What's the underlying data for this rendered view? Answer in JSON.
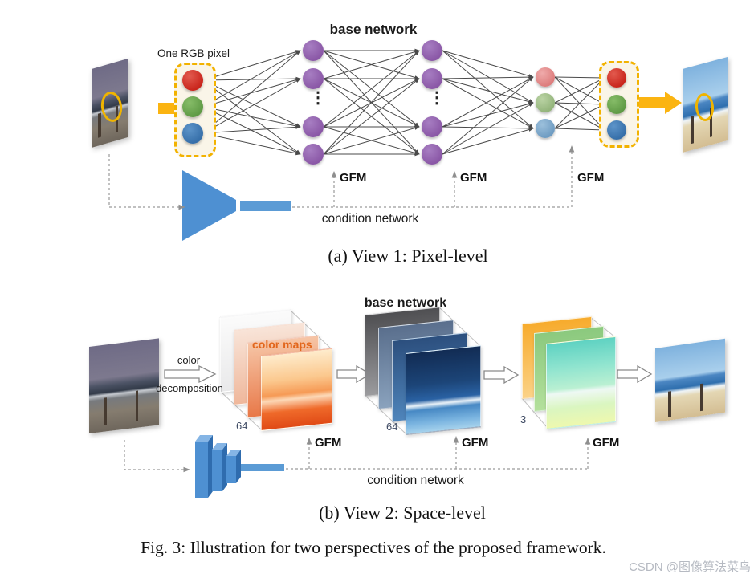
{
  "panel_a": {
    "base_network_label": "base network",
    "input_label": "One RGB pixel",
    "ellipsis": "⋮",
    "gfm": [
      "GFM",
      "GFM",
      "GFM"
    ],
    "condition_label": "condition network",
    "caption": "(a) View 1: Pixel-level"
  },
  "panel_b": {
    "base_network_label": "base network",
    "arrow_top": "color",
    "arrow_bottom": "decomposition",
    "color_maps_label": "color maps",
    "channels": [
      "64",
      "64",
      "3"
    ],
    "gfm": [
      "GFM",
      "GFM",
      "GFM"
    ],
    "condition_label": "condition network",
    "caption": "(b) View 2: Space-level"
  },
  "figure_caption": "Fig. 3: Illustration for two perspectives of the proposed framework.",
  "watermark": "CSDN @图像算法菜鸟",
  "colors": {
    "accent_yellow": "#FBB411",
    "dashed_box_yellow": "#F2B200",
    "node_purple": "#8A57A6",
    "node_red": "#C9251C",
    "node_green": "#5F9A45",
    "node_blue": "#366FA9",
    "condition_blue": "#4E90D2",
    "bar_blue": "#5B9BD5",
    "color_maps_orange": "#E2661C",
    "watermark_gray": "#B6BAC2"
  }
}
